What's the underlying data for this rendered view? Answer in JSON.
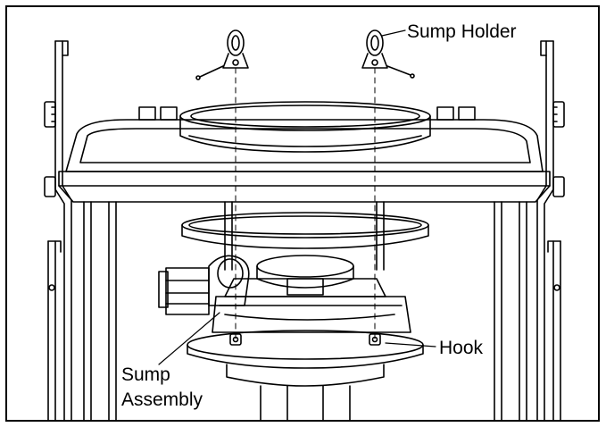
{
  "labels": {
    "sump_holder": "Sump Holder",
    "hook": "Hook",
    "sump_assembly_line1": "Sump",
    "sump_assembly_line2": "Assembly"
  },
  "colors": {
    "line": "#000000",
    "background": "#ffffff"
  }
}
